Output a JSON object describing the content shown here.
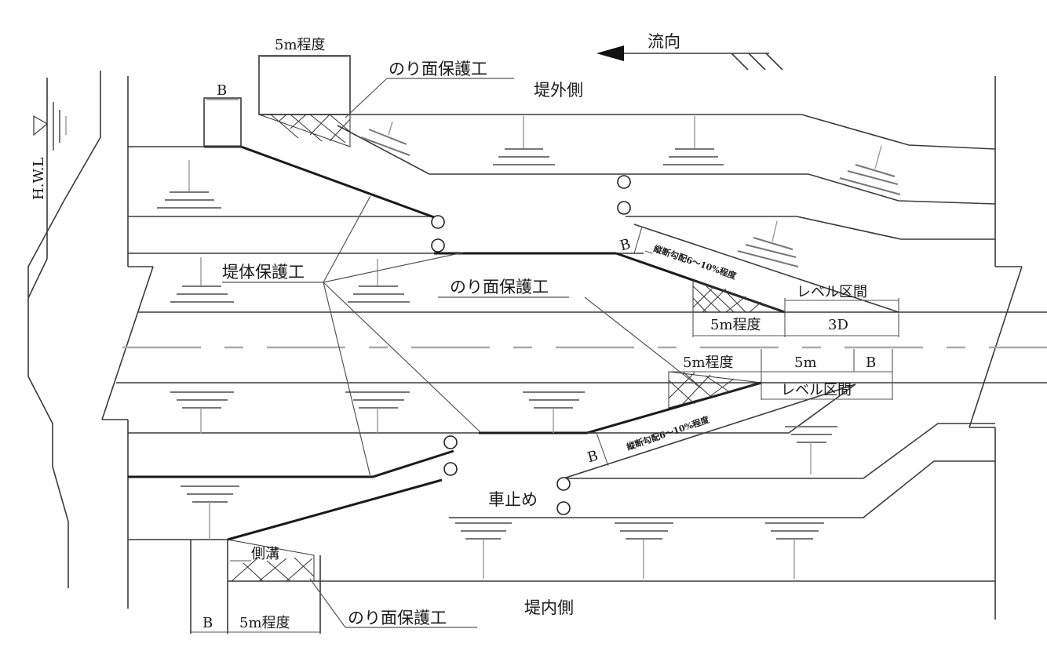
{
  "diagram": {
    "title": "Ramp (坂路) layout plan across levee",
    "labels": {
      "flow_direction": "流向",
      "outer_side": "堤外側",
      "inner_side": "堤内側",
      "hwl": "H.W.L",
      "levee_protection": "堤体保護工",
      "slope_protection_top": "のり面保護工",
      "slope_protection_mid": "のり面保護工",
      "slope_protection_bottom": "のり面保護工",
      "car_stop": "車止め",
      "side_ditch": "側溝",
      "level_section_upper": "レベル区間",
      "level_section_lower": "レベル区間",
      "gradient_upper": "縦断勾配6～10%程度",
      "gradient_lower": "縦断勾配6～10%程度"
    },
    "dimensions": {
      "top_5m": "5m程度",
      "top_B": "B",
      "upper_ramp_B": "B",
      "upper_5m": "5m程度",
      "upper_3D": "3D",
      "lower_5m_approx": "5m程度",
      "lower_5m": "5m",
      "lower_B": "B",
      "lower_ramp_B": "B",
      "bottom_B": "B",
      "bottom_5m": "5m程度"
    },
    "symbols": {
      "water_level_icon": "triangle-water-level",
      "flow_arrow_icon": "left-arrow",
      "slope_hatch": "crosshatch",
      "bollard_icon": "circle"
    }
  }
}
